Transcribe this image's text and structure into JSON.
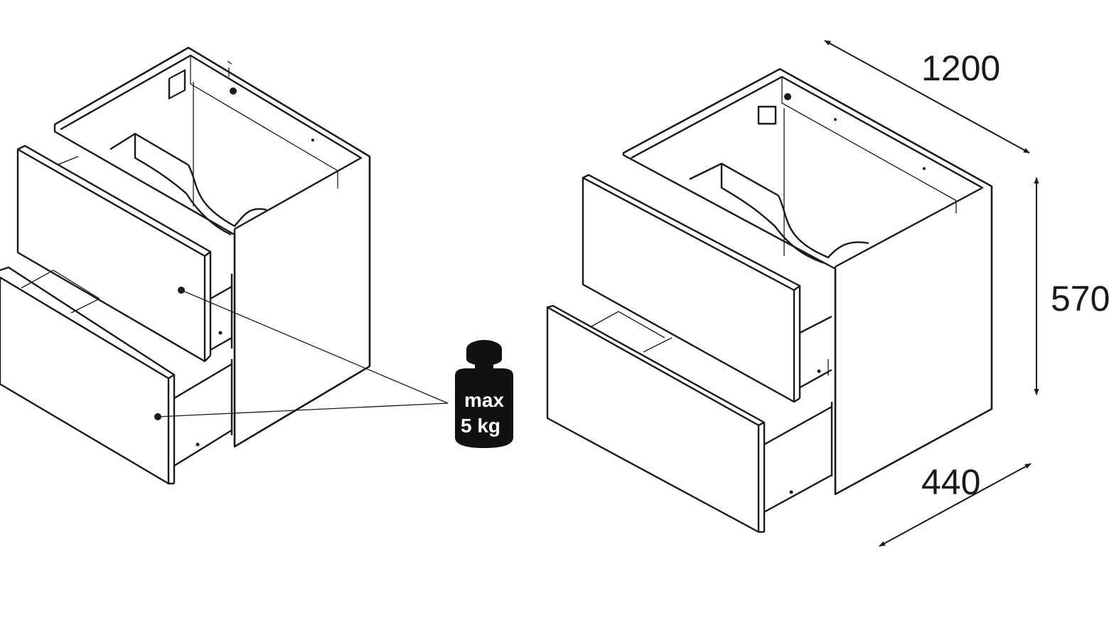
{
  "dimensions": {
    "width": "1200",
    "height": "570",
    "depth": "440"
  },
  "weight": {
    "line1": "max",
    "line2": "5 kg"
  },
  "colors": {
    "line": "#1a1a1a",
    "background": "#ffffff",
    "weight_fill": "#111111"
  }
}
